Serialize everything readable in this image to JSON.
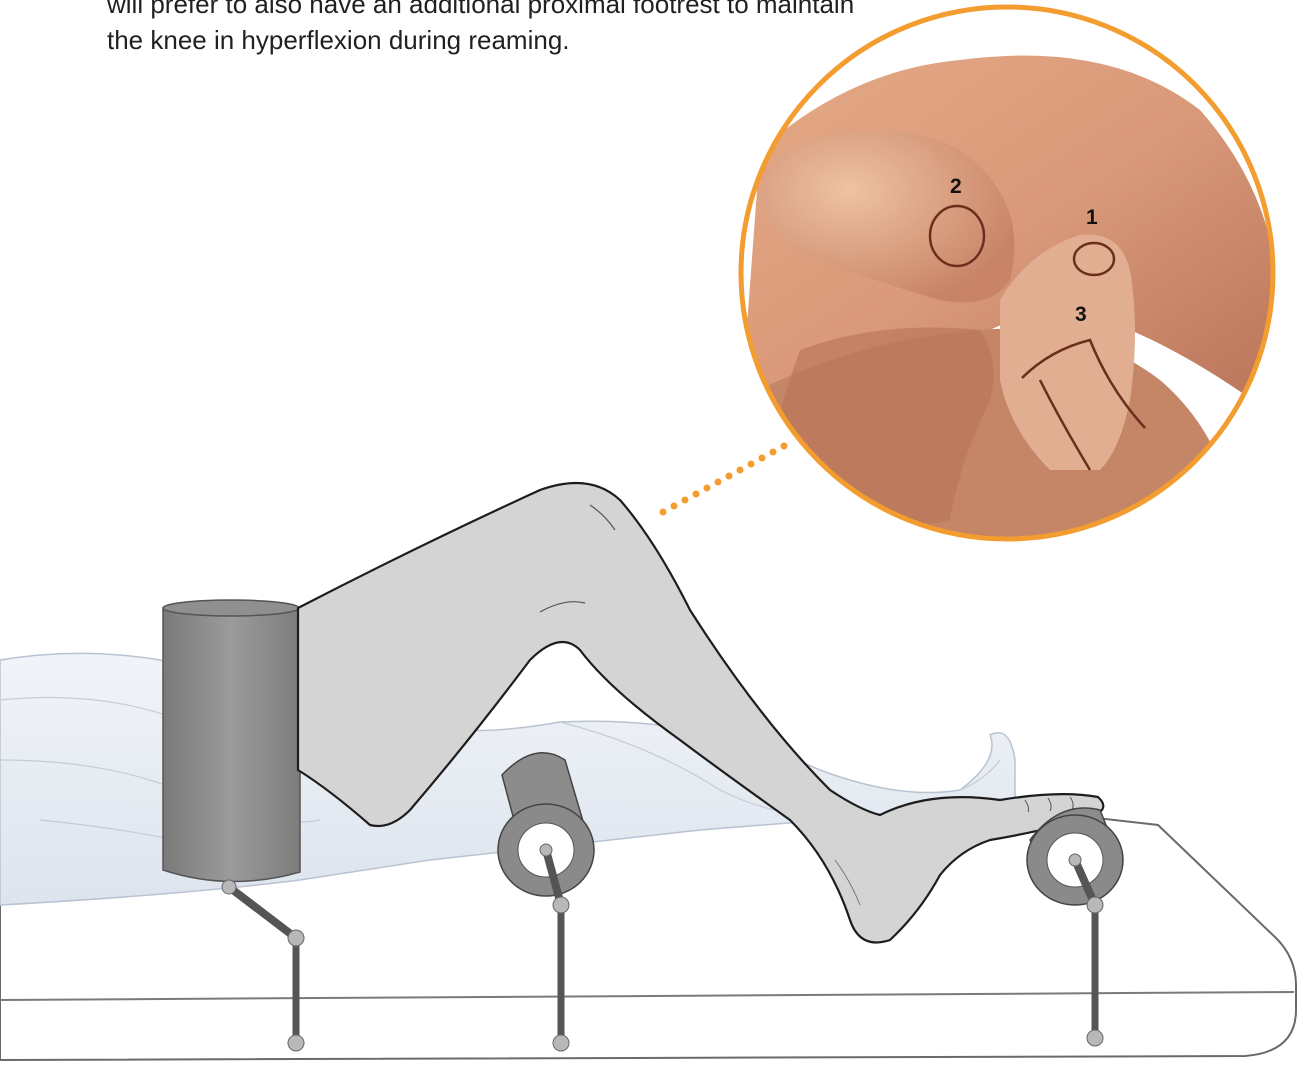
{
  "intro": {
    "line1": "will prefer to also have an additional proximal footrest to maintain",
    "line2": "the knee in hyperflexion during reaming."
  },
  "inset": {
    "border_color": "#f39c2f",
    "portals": [
      {
        "label": "1"
      },
      {
        "label": "2"
      },
      {
        "label": "3"
      }
    ]
  },
  "colors": {
    "leg_fill": "#d4d4d4",
    "leg_stroke": "#1d1d1d",
    "sheet_fill": "#e7ecf3",
    "sheet_stroke": "#b9c3d1",
    "bolster": "#8c8c8c",
    "bolster_dark": "#6f6f6f",
    "post": "#555555",
    "joint": "#b8b8b8",
    "table_stroke": "#6a6a6a",
    "callout_dots": "#f39c2f"
  }
}
